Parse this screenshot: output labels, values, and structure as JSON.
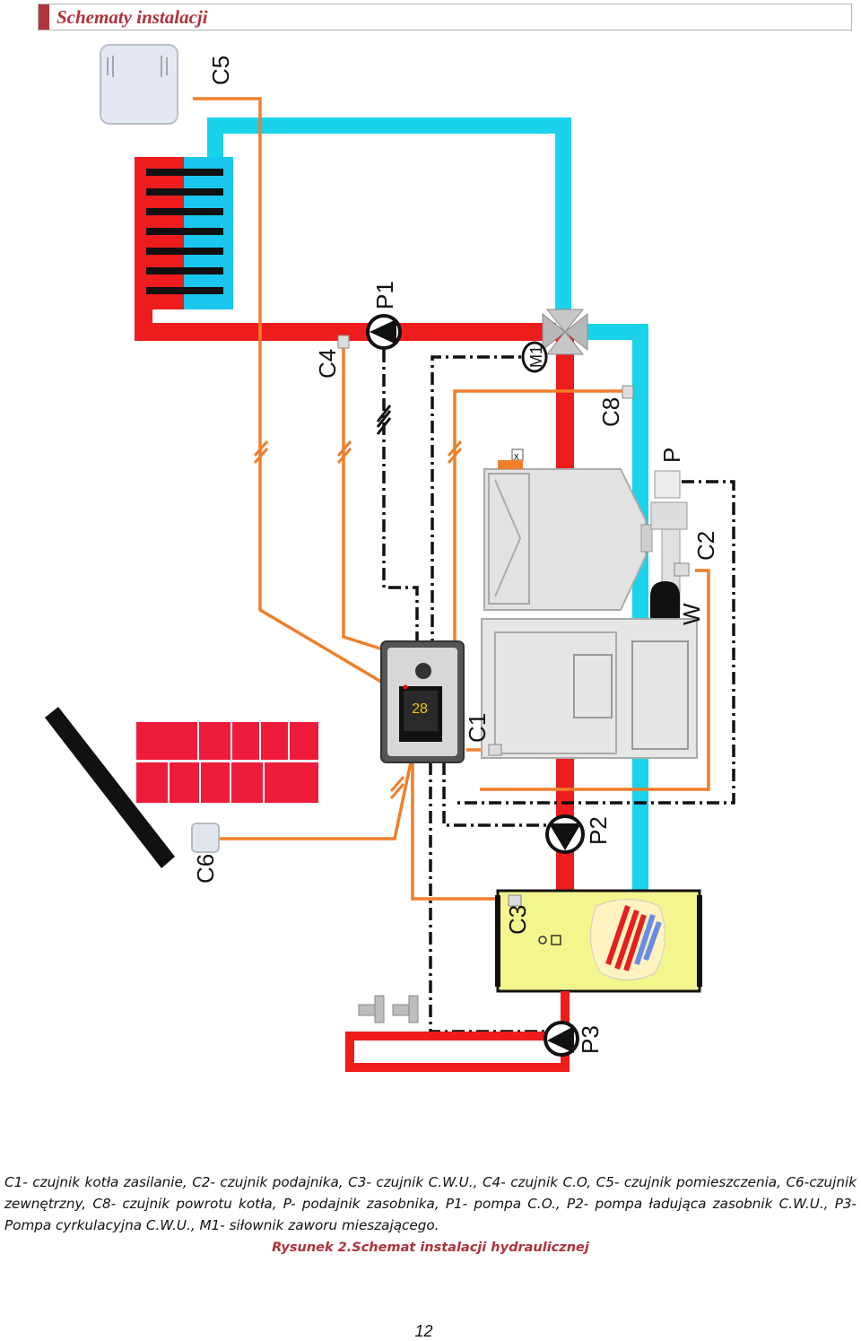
{
  "header": {
    "title": "Schematy instalacji"
  },
  "labels": {
    "c1": "C1",
    "c2": "C2",
    "c3": "C3",
    "c4": "C4",
    "c5": "C5",
    "c6": "C6",
    "c8": "C8",
    "p": "P",
    "p1": "P1",
    "p2": "P2",
    "p3": "P3",
    "w": "W",
    "m1": "M1",
    "valve_x": "x"
  },
  "controller": {
    "display_value": "28"
  },
  "colors": {
    "supply": "#ee1c1c",
    "return": "#19d3ea",
    "sensor_wire": "#f07f2a",
    "control_wire": "#111111",
    "tank_fill": "#f4f58d",
    "boiler_body": "#e6e6e6",
    "accent": "#b0323a"
  },
  "legend": {
    "text": "C1- czujnik kotła zasilanie, C2- czujnik podajnika, C3- czujnik C.W.U., C4- czujnik C.O, C5- czujnik pomieszczenia, C6-czujnik zewnętrzny, C8- czujnik powrotu kotła, P- podajnik zasobnika, P1- pompa C.O., P2- pompa ładująca zasobnik C.W.U., P3-Pompa cyrkulacyjna C.W.U., M1- siłownik zaworu mieszającego."
  },
  "caption": "Rysunek 2.Schemat instalacji hydraulicznej",
  "page_number": "12"
}
